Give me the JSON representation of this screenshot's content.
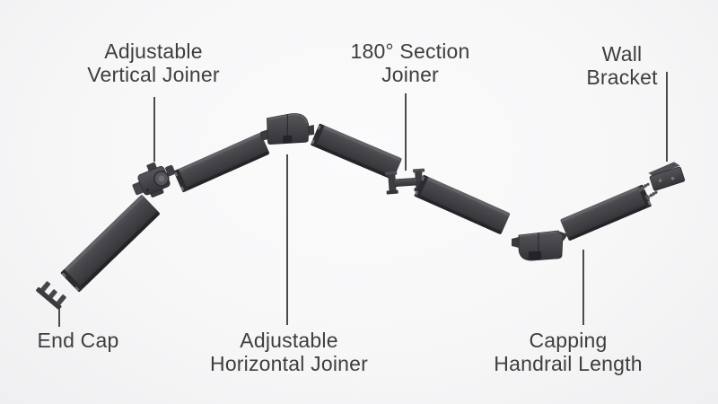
{
  "diagram": {
    "labels": {
      "adjustable_vertical_joiner": "Adjustable\nVertical Joiner",
      "section_joiner_180": "180° Section\nJoiner",
      "wall_bracket": "Wall Bracket",
      "end_cap": "End Cap",
      "adjustable_horizontal_joiner": "Adjustable\nHorizontal Joiner",
      "capping_handrail_length": "Capping\nHandrail Length"
    },
    "colors": {
      "background": "#f7f7f8",
      "label_text": "#3e3e3e",
      "leader_line": "#4b4b4b",
      "rail_dark": "#3b3b40",
      "rail_mid": "#47474c",
      "rail_light": "#606065"
    }
  }
}
